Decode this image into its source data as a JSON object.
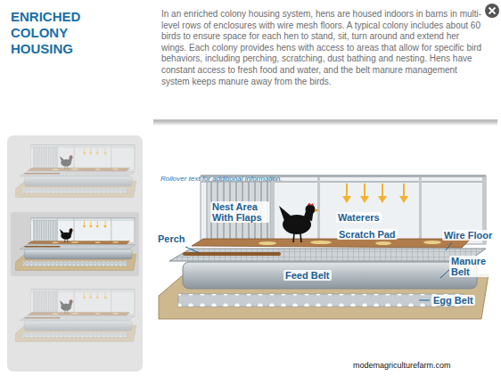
{
  "diagram": {
    "title": "ENRICHED COLONY HOUSING",
    "labels": [
      "In an enriched colony housing system, hens are housed indoors in barns in multi-level rows of enclosures with wire mesh floors. A typical colony includes about 60 birds to ensure space for each hen to stand, sit, turn around and extend her wings. Each colony provides hens with access to areas that allow for specific bird behaviors, including perching, scratching, dust bathing and nesting. Hens have constant access to fresh food and water, and the belt manure management system keeps manure away from the birds.",
      "Rollover text for additional information.",
      "Nest Area With Flaps",
      "Waterers",
      "Perch",
      "Scratch Pad",
      "Wire Floor",
      "Manure Belt",
      "Feed Belt",
      "Egg Belt",
      "modemagriculturefarm.com"
    ]
  }
}
